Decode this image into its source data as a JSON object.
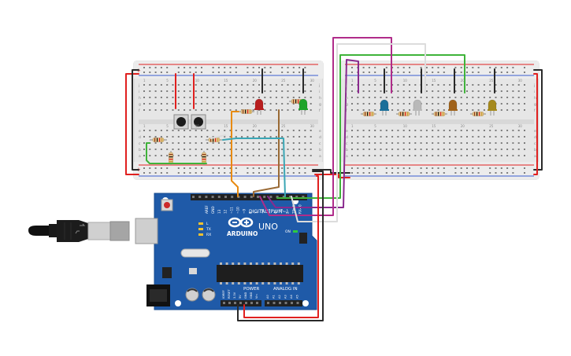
{
  "board": {
    "logo_text": "ARDUINO",
    "model_text": "UNO",
    "digital_label": "DIGITAL (PWM~)",
    "power_label": "POWER",
    "analog_label": "ANALOG IN",
    "header_labels": [
      "AREF",
      "GND",
      "13",
      "12",
      "~11",
      "~10",
      "~9",
      "8",
      "7",
      "~6",
      "~5",
      "4",
      "~3",
      "2",
      "TX▶1",
      "RX◀0"
    ],
    "power_pins": [
      "IOREF",
      "RESET",
      "3.3V",
      "5V",
      "GND",
      "GND",
      "Vin"
    ],
    "analog_pins": [
      "A0",
      "A1",
      "A2",
      "A3",
      "A4",
      "A5"
    ],
    "leds_small": [
      "L",
      "TX",
      "RX"
    ],
    "on_label": "ON"
  },
  "breadboard_left": {
    "row_letters": [
      "j",
      "i",
      "h",
      "g",
      "f",
      "e",
      "d",
      "c",
      "b",
      "a"
    ],
    "column_numbers": [
      "1",
      "5",
      "10",
      "15",
      "20",
      "25",
      "30"
    ]
  },
  "breadboard_right": {
    "row_letters": [
      "j",
      "i",
      "h",
      "g",
      "f",
      "e",
      "d",
      "c",
      "b",
      "a"
    ],
    "column_numbers": [
      "1",
      "5",
      "10",
      "15",
      "20",
      "25",
      "30"
    ]
  },
  "leds": [
    {
      "name": "red",
      "color": "#b81d1d"
    },
    {
      "name": "green",
      "color": "#1ea32a"
    },
    {
      "name": "blue",
      "color": "#1a6f9a"
    },
    {
      "name": "white",
      "color": "#b9b9b9"
    },
    {
      "name": "orange",
      "color": "#a0621a"
    },
    {
      "name": "yellow",
      "color": "#a5891c"
    }
  ],
  "wire_colors": {
    "red": "#e0201f",
    "black": "#2a2a2a",
    "orange": "#e88b12",
    "green": "#3fb33a",
    "purple": "#8a2a8e",
    "magenta": "#b02c8a",
    "white": "#dcdcdc",
    "teal": "#3aa6b5",
    "brown": "#9a6a35"
  }
}
